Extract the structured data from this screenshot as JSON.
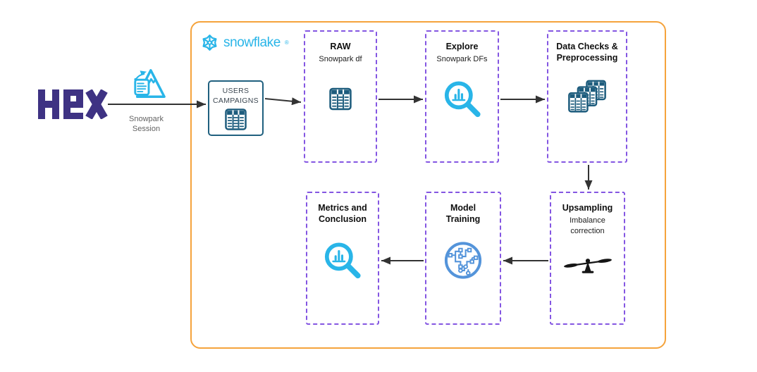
{
  "logos": {
    "hex": {
      "text": "HEX",
      "color": "#3e3283"
    },
    "snowflake": {
      "wordmark": "snowflake",
      "registered": "®",
      "color": "#29b5e8"
    }
  },
  "connector_label": {
    "line1": "Snowpark",
    "line2": "Session"
  },
  "source_table": {
    "line1": "USERS",
    "line2": "CAMPAIGNS",
    "icon": "table-icon"
  },
  "nodes": [
    {
      "id": "raw",
      "title_lines": [
        "RAW"
      ],
      "subtitle_lines": [
        "Snowpark df"
      ],
      "icon": "table-icon"
    },
    {
      "id": "explore",
      "title_lines": [
        "Explore"
      ],
      "subtitle_lines": [
        "Snowpark DFs"
      ],
      "icon": "magnifier-chart-icon"
    },
    {
      "id": "data-checks",
      "title_lines": [
        "Data Checks &",
        "Preprocessing"
      ],
      "subtitle_lines": [],
      "icon": "stacked-tables-icon"
    },
    {
      "id": "metrics",
      "title_lines": [
        "Metrics and",
        "Conclusion"
      ],
      "subtitle_lines": [],
      "icon": "magnifier-chart-icon"
    },
    {
      "id": "model-training",
      "title_lines": [
        "Model",
        "Training"
      ],
      "subtitle_lines": [],
      "icon": "neural-network-icon"
    },
    {
      "id": "upsampling",
      "title_lines": [
        "Upsampling"
      ],
      "subtitle_lines": [
        "Imbalance",
        "correction"
      ],
      "icon": "balance-scale-icon"
    }
  ],
  "colors": {
    "hex_purple": "#3e3283",
    "snowflake_blue": "#29b5e8",
    "container_border_orange": "#f5a33c",
    "node_border_purple": "#8456e2",
    "table_icon_blue": "#1d5c7d",
    "neural_icon_blue": "#5494da",
    "arrow_dark": "#333333",
    "label_gray": "#636363"
  }
}
